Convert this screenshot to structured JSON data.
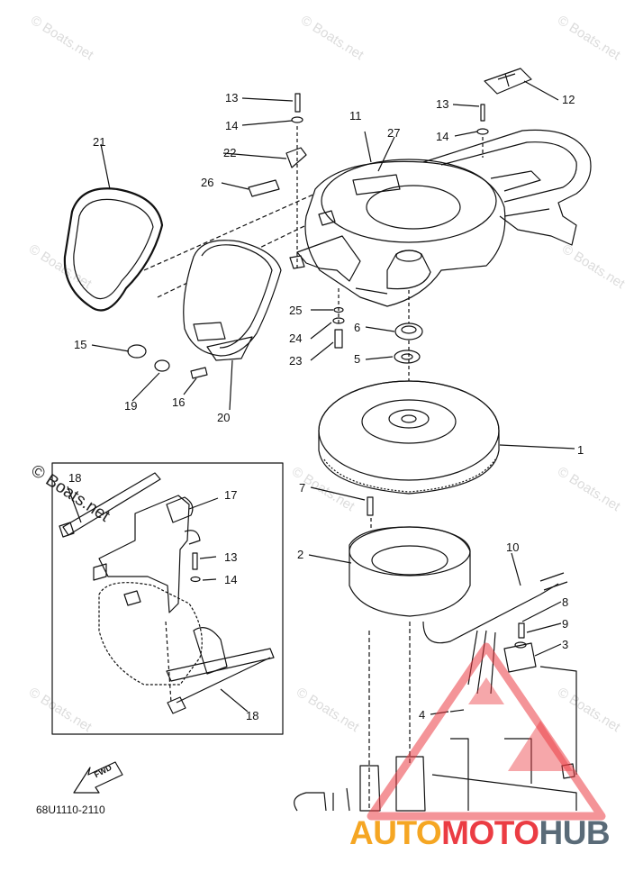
{
  "diagram": {
    "part_code": "68U1110-2110",
    "fwd_label": "FWD",
    "brand": {
      "part1": "AUTO",
      "part2": "MOTO",
      "part3": "HUB"
    },
    "watermark": "© Boats.net",
    "callouts": [
      "1",
      "2",
      "3",
      "4",
      "5",
      "6",
      "7",
      "8",
      "9",
      "10",
      "11",
      "12",
      "13",
      "14",
      "15",
      "16",
      "17",
      "18",
      "19",
      "20",
      "21",
      "22",
      "23",
      "24",
      "25",
      "26",
      "27"
    ],
    "inset_callouts": {
      "clip": "17",
      "tie_top": "18",
      "bolt": "13",
      "washer": "14",
      "tie_bottom": "18"
    },
    "colors": {
      "line": "#111111",
      "brand_orange": "#f5a623",
      "brand_red": "#eb3c43",
      "brand_gray": "#5a6b78",
      "watermark": "#dcdcdc"
    }
  }
}
